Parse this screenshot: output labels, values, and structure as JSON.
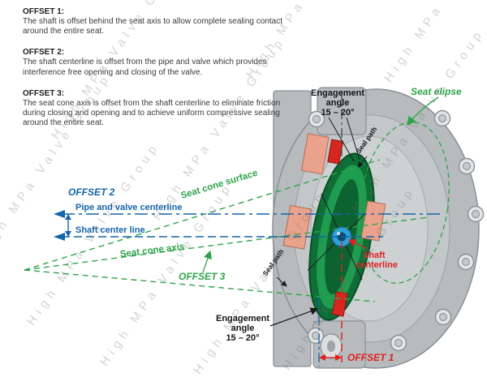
{
  "offsets": [
    {
      "title": "OFFSET 1:",
      "body": "The shaft is offset behind the seat axis to allow complete sealing contact around the entire seat."
    },
    {
      "title": "OFFSET 2:",
      "body": "The shaft centerline is offset from the pipe and valve which provides interference free opening and closing of the valve."
    },
    {
      "title": "OFFSET 3:",
      "body": "The seat cone axis is offset from the shaft centerline to eliminate friction during closing and opening and to achieve uniform compressive sealing around the entire seat."
    }
  ],
  "diagram": {
    "engagement_top": {
      "l1": "Engagement",
      "l2": "angle",
      "l3": "15 – 20°"
    },
    "engagement_bottom": {
      "l1": "Engagement",
      "l2": "angle",
      "l3": "15 – 20°"
    },
    "seat_elipse": "Seat elipse",
    "seat_cone_surface": "Seat cone surface",
    "offset_2": "OFFSET 2",
    "pipe_valve_centerline": "Pipe and valve centerline",
    "shaft_center_line": "Shaft center line",
    "seat_cone_axis": "Seat cone axis",
    "offset_3": "OFFSET 3",
    "seal_path_upper": "Seal path",
    "seal_path_lower": "Seal path",
    "shaft_centerline": {
      "l1": "Shaft",
      "l2": "centerline"
    },
    "offset_1": "OFFSET 1"
  },
  "watermark": {
    "text": "High MPa Valve Group"
  },
  "colors": {
    "green": "#2ea44a",
    "blue": "#1565ab",
    "red": "#e02020",
    "body_gray": "#b7bbbd",
    "disc_green": "#0d6f36",
    "shaft_salmon": "#eba28c",
    "hub_blue": "#2fa3d9"
  }
}
